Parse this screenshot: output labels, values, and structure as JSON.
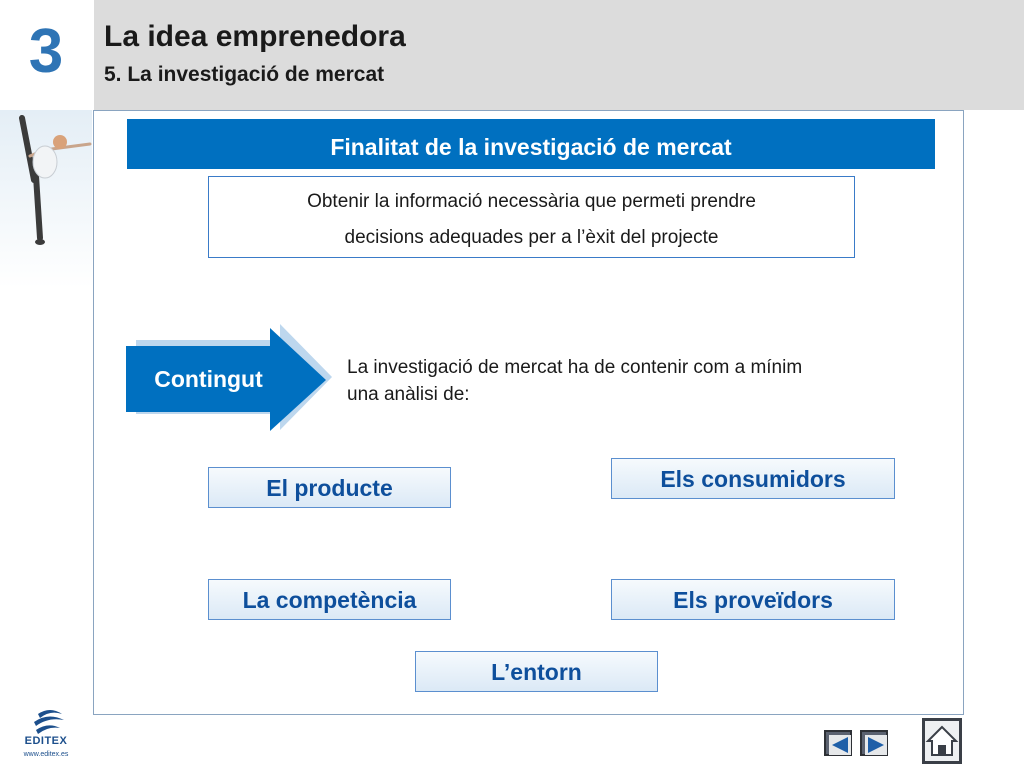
{
  "header": {
    "chapter_number": "3",
    "title": "La idea emprenedora",
    "subtitle": "5. La investigació de mercat"
  },
  "purpose": {
    "title": "Finalitat de la investigació de mercat",
    "description_line1": "Obtenir la informació necessària que permeti prendre",
    "description_line2": "decisions adequades per a l’èxit del projecte"
  },
  "content": {
    "label": "Contingut",
    "description_line1": "La investigació de mercat ha de contenir com a mínim",
    "description_line2": "una anàlisi de:"
  },
  "topics": {
    "product": "El producte",
    "consumers": "Els consumidors",
    "competition": "La competència",
    "suppliers": "Els proveïdors",
    "environment": "L’entorn"
  },
  "footer": {
    "brand": "EDITEX",
    "url": "www.editex.es",
    "icons": [
      "prev-icon",
      "next-icon",
      "home-icon"
    ]
  },
  "colors": {
    "accent": "#0070c0",
    "chapter": "#2e74b5",
    "header_bg": "#dcdcdc",
    "topic_text": "#0e4f9c"
  }
}
